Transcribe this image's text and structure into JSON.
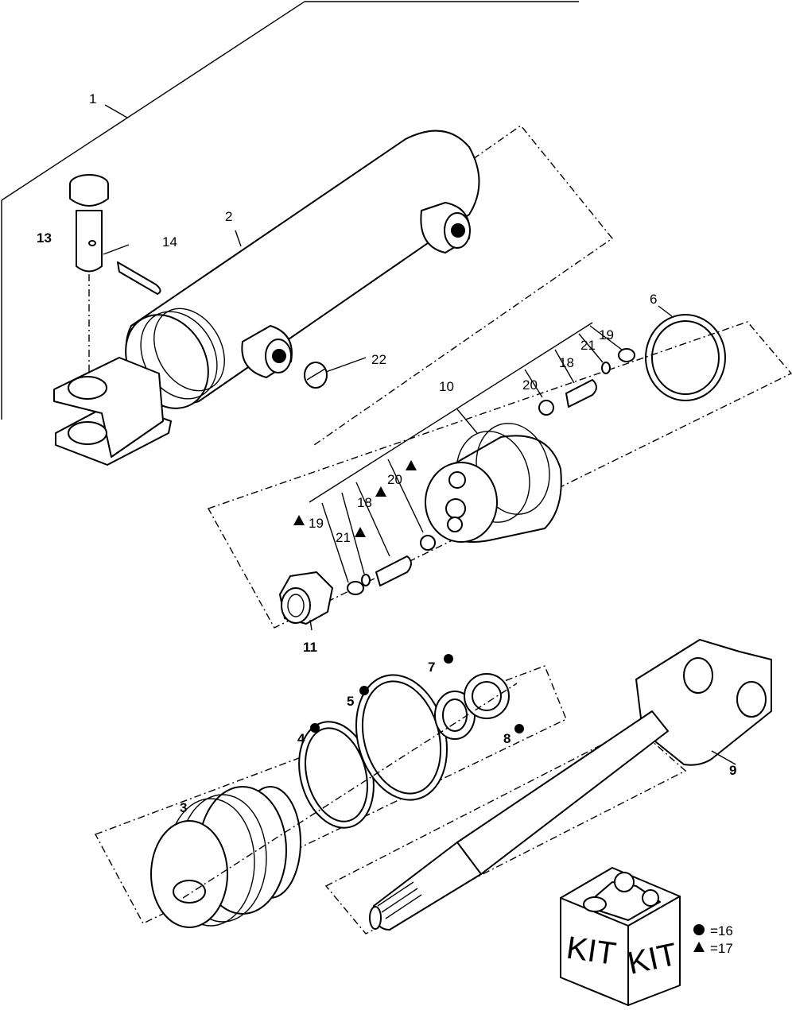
{
  "callouts": {
    "p1": "1",
    "p2": "2",
    "p3": "3",
    "p4": "4",
    "p5": "5",
    "p6": "6",
    "p7": "7",
    "p8": "8",
    "p9": "9",
    "p10": "10",
    "p11": "11",
    "p13": "13",
    "p14": "14",
    "p18a": "18",
    "p18b": "18",
    "p19a": "19",
    "p19b": "19",
    "p20a": "20",
    "p20b": "20",
    "p21a": "21",
    "p21b": "21",
    "p22": "22"
  },
  "kit": {
    "label_left": "KIT",
    "label_right": "KIT"
  },
  "legend": {
    "circle_text": "=16",
    "triangle_text": "=17"
  }
}
